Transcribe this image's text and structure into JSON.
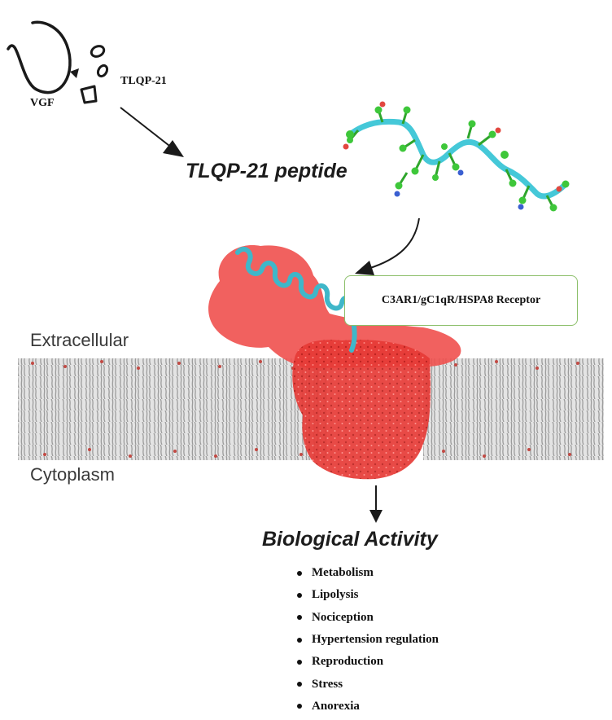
{
  "source": {
    "vgf_label": "VGF",
    "fragment_label": "TLQP-21"
  },
  "peptide": {
    "title": "TLQP-21 peptide"
  },
  "receptor": {
    "label": "C3AR1/gC1qR/HSPA8 Receptor"
  },
  "membrane": {
    "extracellular_label": "Extracellular",
    "cytoplasm_label": "Cytoplasm"
  },
  "activity": {
    "title": "Biological Activity",
    "items": [
      "Metabolism",
      "Lipolysis",
      "Nociception",
      "Hypertension regulation",
      "Reproduction",
      "Stress",
      "Anorexia"
    ]
  },
  "colors": {
    "receptor_fill": "#f0504e",
    "helix": "#3fb7c9",
    "peptide_backbone": "#45c8d8",
    "peptide_atoms": "#3ec73a",
    "box_border": "#8cbf6a",
    "membrane": "#b5b5b5"
  }
}
